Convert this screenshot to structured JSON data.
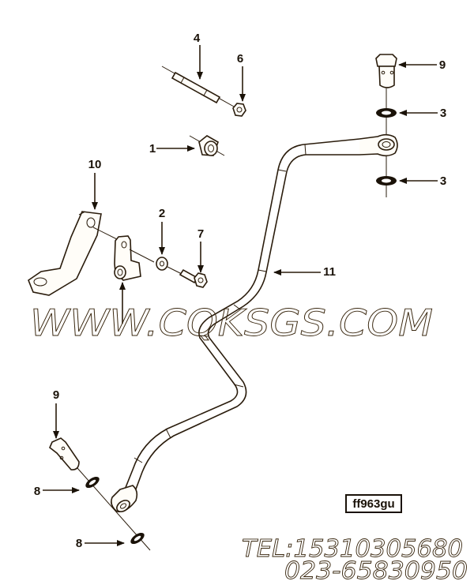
{
  "diagram": {
    "type": "exploded-parts-view",
    "drawing_code": "ff963gu",
    "callouts": [
      {
        "id": "c4",
        "label": "4",
        "part": "stud"
      },
      {
        "id": "c6",
        "label": "6",
        "part": "hex nut"
      },
      {
        "id": "c1",
        "label": "1",
        "part": "spacer"
      },
      {
        "id": "c10",
        "label": "10",
        "part": "bracket"
      },
      {
        "id": "c2",
        "label": "2",
        "part": "washer"
      },
      {
        "id": "c7",
        "label": "7",
        "part": "hex bolt"
      },
      {
        "id": "c5",
        "label": "",
        "part": "clamp"
      },
      {
        "id": "c9a",
        "label": "9",
        "part": "banjo bolt (top)"
      },
      {
        "id": "c3a",
        "label": "3",
        "part": "sealing washer (upper)"
      },
      {
        "id": "c3b",
        "label": "3",
        "part": "sealing washer (lower)"
      },
      {
        "id": "c11",
        "label": "11",
        "part": "tube"
      },
      {
        "id": "c9b",
        "label": "9",
        "part": "banjo bolt (bottom)"
      },
      {
        "id": "c8a",
        "label": "8",
        "part": "sealing washer (upper)"
      },
      {
        "id": "c8b",
        "label": "8",
        "part": "sealing washer (lower)"
      }
    ]
  },
  "watermark": {
    "site": "WWW.CQKSGS.COM",
    "tel": "TEL:15310305680",
    "phone2": "023-65830950"
  }
}
